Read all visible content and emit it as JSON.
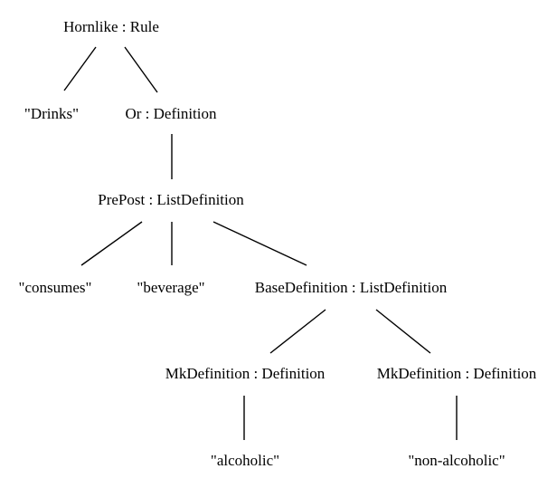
{
  "tree": {
    "nodes": {
      "root": "Hornlike : Rule",
      "drinks": "\"Drinks\"",
      "or_def": "Or : Definition",
      "prepost": "PrePost : ListDefinition",
      "consumes": "\"consumes\"",
      "beverage": "\"beverage\"",
      "base_def": "BaseDefinition : ListDefinition",
      "mk_def_1": "MkDefinition : Definition",
      "mk_def_2": "MkDefinition : Definition",
      "alcoholic": "\"alcoholic\"",
      "non_alcoholic": "\"non-alcoholic\""
    },
    "edges": [
      [
        "root",
        "drinks"
      ],
      [
        "root",
        "or_def"
      ],
      [
        "or_def",
        "prepost"
      ],
      [
        "prepost",
        "consumes"
      ],
      [
        "prepost",
        "beverage"
      ],
      [
        "prepost",
        "base_def"
      ],
      [
        "base_def",
        "mk_def_1"
      ],
      [
        "base_def",
        "mk_def_2"
      ],
      [
        "mk_def_1",
        "alcoholic"
      ],
      [
        "mk_def_2",
        "non_alcoholic"
      ]
    ]
  }
}
